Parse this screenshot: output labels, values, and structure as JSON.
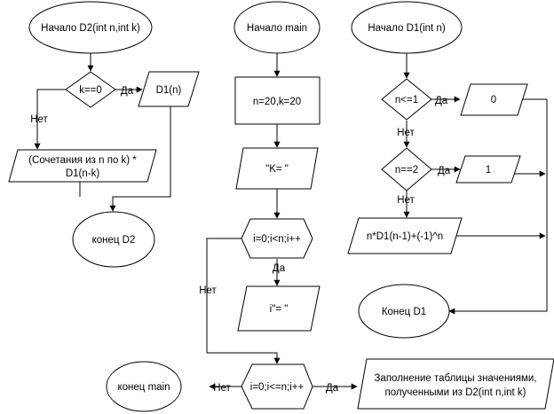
{
  "nodes": {
    "start_d2": "Начало D2(int n,int k)",
    "k_eq_0": "k==0",
    "d2_out_d1n": "D1(n)",
    "d2_comb_line1": "(Сочетания из n по k) *",
    "d2_comb_line2": "D1(n-k)",
    "end_d2": "конец D2",
    "start_main": "Начало main",
    "main_init": "n=20,k=20",
    "main_print_k": "\"K=  \"",
    "main_loop1": "i=0;i<n;i++",
    "main_print_i": "i\"=   \"",
    "main_loop2": "i=0;i<=n;i++",
    "end_main": "конец main",
    "main_fill_line1": "Заполнение таблицы значениями,",
    "main_fill_line2": "полученными из D2(int n,int k)",
    "start_d1": "Начало D1(int n)",
    "n_le_1": "n<=1",
    "d1_out_0": "0",
    "n_eq_2": "n==2",
    "d1_out_1": "1",
    "d1_formula": "n*D1(n-1)+(-1)^n",
    "end_d1": "Конец D1"
  },
  "edge_labels": {
    "d2_yes": "Да",
    "d2_no": "Нет",
    "loop1_yes": "Да",
    "loop1_no": "Нет",
    "loop2_yes": "Да",
    "loop2_no": "Нет",
    "d1_cond1_yes": "Да",
    "d1_cond1_no": "Нет",
    "d1_cond2_yes": "Да",
    "d1_cond2_no": "Нет"
  }
}
